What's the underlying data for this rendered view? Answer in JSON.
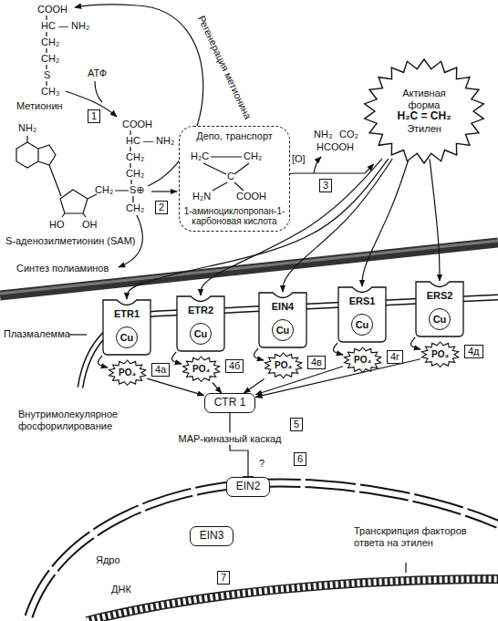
{
  "diagram": {
    "nodes": [
      {
        "text": [
          "Депо, транспорт",
          "H₂C",
          "CH₂",
          "C",
          "H₂N",
          "COOH",
          "1-аминоциклопропан-1-карбоновая кислота"
        ]
      },
      {
        "text": [
          "Активная форма",
          "H₂C = CH₂",
          "Этилен"
        ]
      },
      {
        "text": [
          "ETR1"
        ]
      },
      {
        "text": [
          "Cu"
        ],
        "in": 2
      },
      {
        "text": [
          "ETR2"
        ]
      },
      {
        "text": [
          "Cu"
        ],
        "in": 4
      },
      {
        "text": [
          "EIN4"
        ]
      },
      {
        "text": [
          "Cu"
        ],
        "in": 6
      },
      {
        "text": [
          "ERS1"
        ]
      },
      {
        "text": [
          "Cu"
        ],
        "in": 8
      },
      {
        "text": [
          "ERS2"
        ]
      },
      {
        "text": [
          "Cu"
        ],
        "in": 10
      },
      {
        "text": [
          "PO₄"
        ]
      },
      {
        "text": [
          "PO₄"
        ]
      },
      {
        "text": [
          "PO₄"
        ]
      },
      {
        "text": [
          "PO₄"
        ]
      },
      {
        "text": [
          "PO₄"
        ]
      },
      {
        "text": [
          "CTR 1"
        ]
      },
      {
        "text": [
          "EIN2"
        ]
      },
      {
        "text": [
          "EIN3"
        ]
      }
    ],
    "edges": [
      {
        "from": 0,
        "to": 1,
        "arrow": "to"
      },
      {
        "from": 1,
        "to": 2,
        "arrow": "to"
      },
      {
        "from": 1,
        "to": 4,
        "arrow": "to"
      },
      {
        "from": 1,
        "to": 6,
        "arrow": "to"
      },
      {
        "from": 1,
        "to": 8,
        "arrow": "to"
      },
      {
        "from": 1,
        "to": 10,
        "arrow": "to"
      },
      {
        "from": 2,
        "to": 12,
        "arrow": "to"
      },
      {
        "from": 4,
        "to": 13,
        "arrow": "to"
      },
      {
        "from": 6,
        "to": 14,
        "arrow": "to"
      },
      {
        "from": 8,
        "to": 15,
        "arrow": "to"
      },
      {
        "from": 10,
        "to": 16,
        "arrow": "to"
      },
      {
        "from": 12,
        "to": 17,
        "arrow": "to"
      },
      {
        "from": 13,
        "to": 17,
        "arrow": "to"
      },
      {
        "from": 14,
        "to": 17,
        "arrow": "to"
      },
      {
        "from": 15,
        "to": 17,
        "arrow": "to"
      },
      {
        "from": 16,
        "to": 17,
        "arrow": "to"
      },
      {
        "from": 17,
        "to": 18,
        "label": "MAP-киназный каскад",
        "arrow": "to"
      }
    ],
    "labels": [
      "COOH",
      "HC — NH₂",
      "CH₂",
      "CH₂",
      "S",
      "CH₃",
      "Метионин",
      "1",
      "АТФ",
      "Регенерация метионина",
      "COOH",
      "HC — NH₂",
      "CH₂",
      "CH₂",
      "S⊕",
      "CH₂",
      "CH₂",
      "NH₂",
      "HO",
      "OH",
      "S-аденозилметионин (SAM)",
      "2",
      "Синтез полиаминов",
      "[O]",
      "NH₃",
      "CO₂",
      "HCOOH",
      "3",
      "Плазмалемма",
      "4а",
      "4б",
      "4в",
      "4г",
      "4д",
      "Внутримолекулярное фосфорилирование",
      "5",
      "?",
      "6",
      "Ядро",
      "Транскрипция факторов ответа на этилен",
      "ДНК",
      "7"
    ]
  }
}
